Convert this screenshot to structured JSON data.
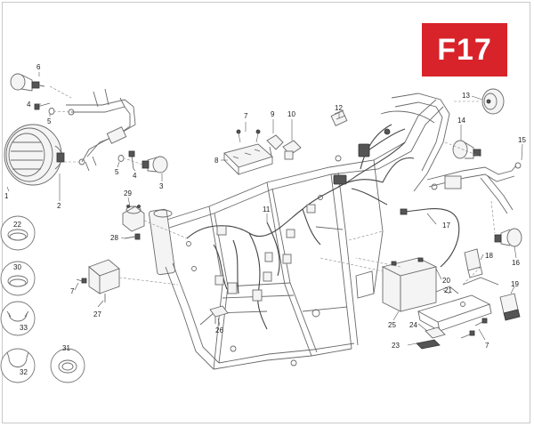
{
  "section_code": "F17",
  "callouts": [
    {
      "id": "c1",
      "text": "1"
    },
    {
      "id": "c2",
      "text": "2"
    },
    {
      "id": "c3",
      "text": "3"
    },
    {
      "id": "c4a",
      "text": "4"
    },
    {
      "id": "c4b",
      "text": "4"
    },
    {
      "id": "c5a",
      "text": "5"
    },
    {
      "id": "c5b",
      "text": "5"
    },
    {
      "id": "c6",
      "text": "6"
    },
    {
      "id": "c7a",
      "text": "7"
    },
    {
      "id": "c7b",
      "text": "7"
    },
    {
      "id": "c7c",
      "text": "7"
    },
    {
      "id": "c8",
      "text": "8"
    },
    {
      "id": "c9",
      "text": "9"
    },
    {
      "id": "c10",
      "text": "10"
    },
    {
      "id": "c11",
      "text": "11"
    },
    {
      "id": "c12",
      "text": "12"
    },
    {
      "id": "c13",
      "text": "13"
    },
    {
      "id": "c14",
      "text": "14"
    },
    {
      "id": "c15",
      "text": "15"
    },
    {
      "id": "c16",
      "text": "16"
    },
    {
      "id": "c17",
      "text": "17"
    },
    {
      "id": "c18",
      "text": "18"
    },
    {
      "id": "c19",
      "text": "19"
    },
    {
      "id": "c20",
      "text": "20"
    },
    {
      "id": "c21",
      "text": "21"
    },
    {
      "id": "c22",
      "text": "22"
    },
    {
      "id": "c23",
      "text": "23"
    },
    {
      "id": "c24",
      "text": "24"
    },
    {
      "id": "c25",
      "text": "25"
    },
    {
      "id": "c26",
      "text": "26"
    },
    {
      "id": "c27",
      "text": "27"
    },
    {
      "id": "c28",
      "text": "28"
    },
    {
      "id": "c29",
      "text": "29"
    },
    {
      "id": "c30",
      "text": "30"
    },
    {
      "id": "c31",
      "text": "31"
    },
    {
      "id": "c32",
      "text": "32"
    },
    {
      "id": "c33",
      "text": "33"
    }
  ],
  "colors": {
    "badge": "#d8232a",
    "line": "#6a6a6a",
    "frame": "#c9c9c9"
  }
}
